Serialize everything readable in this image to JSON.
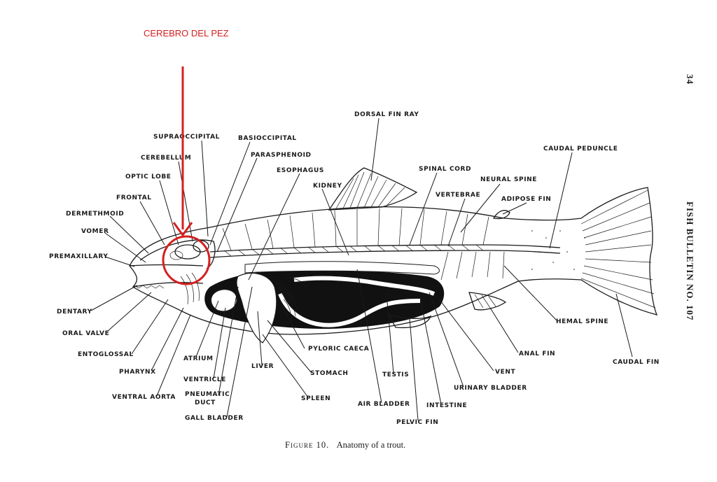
{
  "annotation": {
    "text": "CEREBRO DEL PEZ",
    "color": "#d42020"
  },
  "page_number": "34",
  "running_head": "FISH BULLETIN NO. 107",
  "caption": {
    "prefix": "Figure 10.",
    "text": "Anatomy of a trout."
  },
  "labels": {
    "supraoccipital": "SUPRAOCCIPITAL",
    "basioccipital": "BASIOCCIPITAL",
    "cerebellum": "CEREBELLUM",
    "parasphenoid": "PARASPHENOID",
    "optic_lobe": "OPTIC LOBE",
    "esophagus": "ESOPHAGUS",
    "frontal": "FRONTAL",
    "kidney": "KIDNEY",
    "dermethmoid": "DERMETHMOID",
    "vomer": "VOMER",
    "premaxillary": "PREMAXILLARY",
    "dorsal_fin_ray": "DORSAL FIN RAY",
    "spinal_cord": "SPINAL CORD",
    "vertebrae": "VERTEBRAE",
    "neural_spine": "NEURAL SPINE",
    "adipose_fin": "ADIPOSE FIN",
    "caudal_peduncle": "CAUDAL PEDUNCLE",
    "dentary": "DENTARY",
    "oral_valve": "ORAL VALVE",
    "entoglossal": "ENTOGLOSSAL",
    "pharynx": "PHARYNX",
    "ventral_aorta": "VENTRAL AORTA",
    "atrium": "ATRIUM",
    "ventricle": "VENTRICLE",
    "pneumatic_duct_1": "PNEUMATIC",
    "pneumatic_duct_2": "DUCT",
    "gall_bladder": "GALL BLADDER",
    "liver": "LIVER",
    "pyloric_caeca": "PYLORIC CAECA",
    "stomach": "STOMACH",
    "spleen": "SPLEEN",
    "testis": "TESTIS",
    "air_bladder": "AIR BLADDER",
    "pelvic_fin": "PELVIC FIN",
    "intestine": "INTESTINE",
    "urinary_bladder": "URINARY BLADDER",
    "vent": "VENT",
    "anal_fin": "ANAL FIN",
    "hemal_spine": "HEMAL SPINE",
    "caudal_fin": "CAUDAL FIN"
  }
}
